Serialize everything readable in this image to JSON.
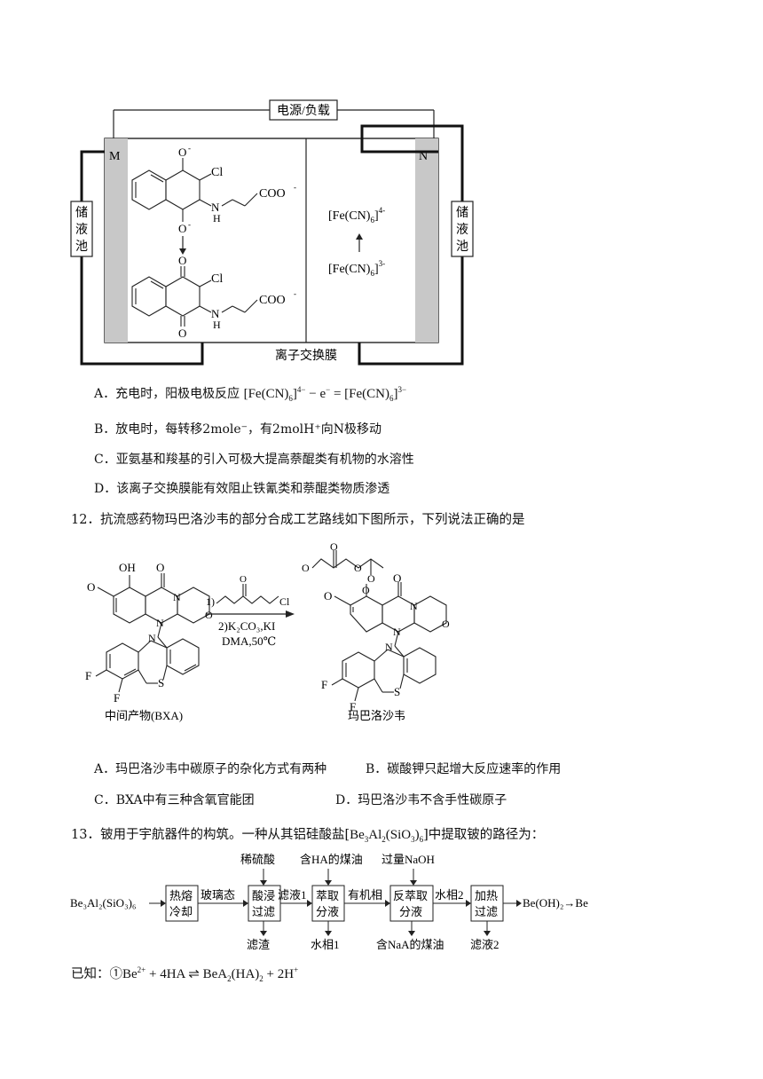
{
  "cell": {
    "power_label": "电源/负载",
    "left_tank": "储液池",
    "right_tank": "储液池",
    "electrode_m": "M",
    "electrode_n": "N",
    "membrane_label": "离子交换膜",
    "left_cl": "Cl",
    "left_coo": "COO",
    "left_nh": "H",
    "right_species_top": "[Fe(CN)",
    "right_species_top_sub": "6",
    "right_species_top_sup": "4-",
    "right_species_bottom": "[Fe(CN)",
    "right_species_bottom_sub": "6",
    "right_species_bottom_sup": "3-"
  },
  "q11": {
    "options": [
      {
        "letter": "A．",
        "text": "充电时，阳极电极反应"
      },
      {
        "letter": "B．",
        "text": "放电时，每转移2mole⁻，有2molH⁺向N极移动"
      },
      {
        "letter": "C．",
        "text": "亚氨基和羧基的引入可极大提高萘醌类有机物的水溶性"
      },
      {
        "letter": "D．",
        "text": "该离子交换膜能有效阻止铁氰类和萘醌类物质渗透"
      }
    ]
  },
  "q12": {
    "stem": "12．抗流感药物玛巴洛沙韦的部分合成工艺路线如下图所示，下列说法正确的是",
    "reagent_1": "1)",
    "reagent_2": "2)K₂CO₃,KI",
    "reagent_3": "DMA,50℃",
    "left_name": "中间产物(BXA)",
    "right_name": "玛巴洛沙韦",
    "options": [
      {
        "letter": "A．",
        "text": "玛巴洛沙韦中碳原子的杂化方式有两种"
      },
      {
        "letter": "B．",
        "text": "碳酸钾只起增大反应速率的作用"
      },
      {
        "letter": "C．",
        "text": "BXA中有三种含氧官能团"
      },
      {
        "letter": "D．",
        "text": "玛巴洛沙韦不含手性碳原子"
      }
    ]
  },
  "q13": {
    "stem": "13．铍用于宇航器件的构筑。一种从其铝硅酸盐[",
    "stem_end": "]中提取铍的路径为：",
    "start": "Be₃Al₂(SiO₃)₆",
    "box1": [
      "热熔",
      "冷却"
    ],
    "arrow1": "玻璃态",
    "box2": [
      "酸浸",
      "过滤"
    ],
    "arrow2": "滤液1",
    "box3": [
      "萃取",
      "分液"
    ],
    "arrow3": "有机相",
    "box4": [
      "反萃取",
      "分液"
    ],
    "arrow4": "水相2",
    "box5": [
      "加热",
      "过滤"
    ],
    "end": "Be(OH)₂→Be",
    "top1": "稀硫酸",
    "top2": "含HA的煤油",
    "top3": "过量NaOH",
    "bot1": "滤渣",
    "bot2": "水相1",
    "bot3": "含NaA的煤油",
    "bot4": "滤液2",
    "known": "已知：①"
  }
}
